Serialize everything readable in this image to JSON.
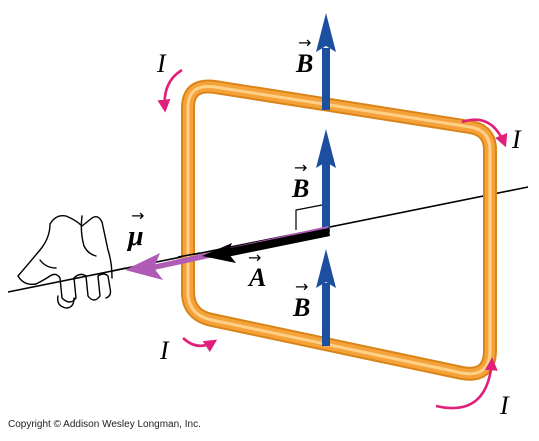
{
  "labels": {
    "current": "I",
    "field": "B",
    "area": "A",
    "moment": "μ"
  },
  "copyright": "Copyright © Addison Wesley Longman, Inc.",
  "colors": {
    "loop": "#f6a23a",
    "loop_highlight": "#ffd591",
    "field_arrow": "#1d4fa0",
    "moment_arrow": "#b05cb6",
    "current_arrow": "#e0207a",
    "axis": "#000000"
  },
  "icons": [
    "hand-icon"
  ]
}
